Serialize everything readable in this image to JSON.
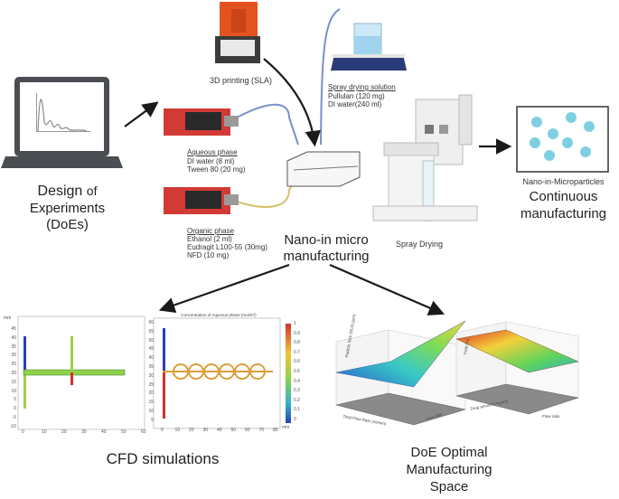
{
  "design": {
    "line1a": "Design",
    "line1b": "of",
    "line2": "Experiments",
    "line3": "(DoEs)"
  },
  "printing": {
    "label": "3D printing (SLA)"
  },
  "spray_solution": {
    "title": "Spray drying solution",
    "line1": "Pullulan (120 mg)",
    "line2": "DI water(240 ml)"
  },
  "aqueous": {
    "title": "Aqueous phase",
    "line1": "DI water (8 ml)",
    "line2": "Tween 80 (20 mg)"
  },
  "organic": {
    "title": "Organic phase",
    "line1": "Ethanol (2 ml)",
    "line2": "Eudragit L100-55 (30mg)",
    "line3": "NFD (10 mg)"
  },
  "nano_micro": {
    "line1": "Nano-in micro",
    "line2": "manufacturing"
  },
  "spray_drying": {
    "label": "Spray Drying"
  },
  "nimp": {
    "small": "Nano-in-Microparticles",
    "line1": "Continuous",
    "line2": "manufacturing"
  },
  "cfd": {
    "label": "CFD simulations",
    "left_unit": "mm",
    "left_yticks": [
      "45",
      "40",
      "35",
      "30",
      "25",
      "20",
      "15",
      "10",
      "5",
      "0",
      "-5",
      "-10"
    ],
    "left_xticks": [
      "0",
      "10",
      "20",
      "30",
      "40",
      "50",
      "60"
    ],
    "right_title": "Concentration of Aqueous phase (mol/m³)",
    "right_unit": "mm",
    "right_yticks": [
      "60",
      "55",
      "50",
      "45",
      "40",
      "35",
      "30",
      "25",
      "20",
      "15",
      "10",
      "5"
    ],
    "right_xticks": [
      "0",
      "10",
      "20",
      "30",
      "40",
      "50",
      "60",
      "70",
      "80"
    ],
    "colorbar_ticks": [
      "1",
      "0.9",
      "0.8",
      "0.7",
      "0.6",
      "0.5",
      "0.4",
      "0.3",
      "0.2",
      "0.1",
      "0"
    ]
  },
  "doe": {
    "line1": "DoE Optimal",
    "line2": "Manufacturing",
    "line3": "Space",
    "plot1_zlabel": "Particle Size (DLS) (μm)",
    "plot1_xlabel": "Total Flow Rate (ml/min)",
    "plot1_ylabel": "Flow ratio",
    "plot2_zlabel": "Yield (%)",
    "plot2_xlabel": "Flow ratio",
    "plot2_ylabel": "Drug amount (mg/ml)"
  },
  "colors": {
    "pump": "#d23b35",
    "arrow": "#1a1a1a",
    "tube_blue": "#7a8fc9",
    "tube_yellow": "#d8c06a",
    "particle": "#7fcfe3"
  }
}
